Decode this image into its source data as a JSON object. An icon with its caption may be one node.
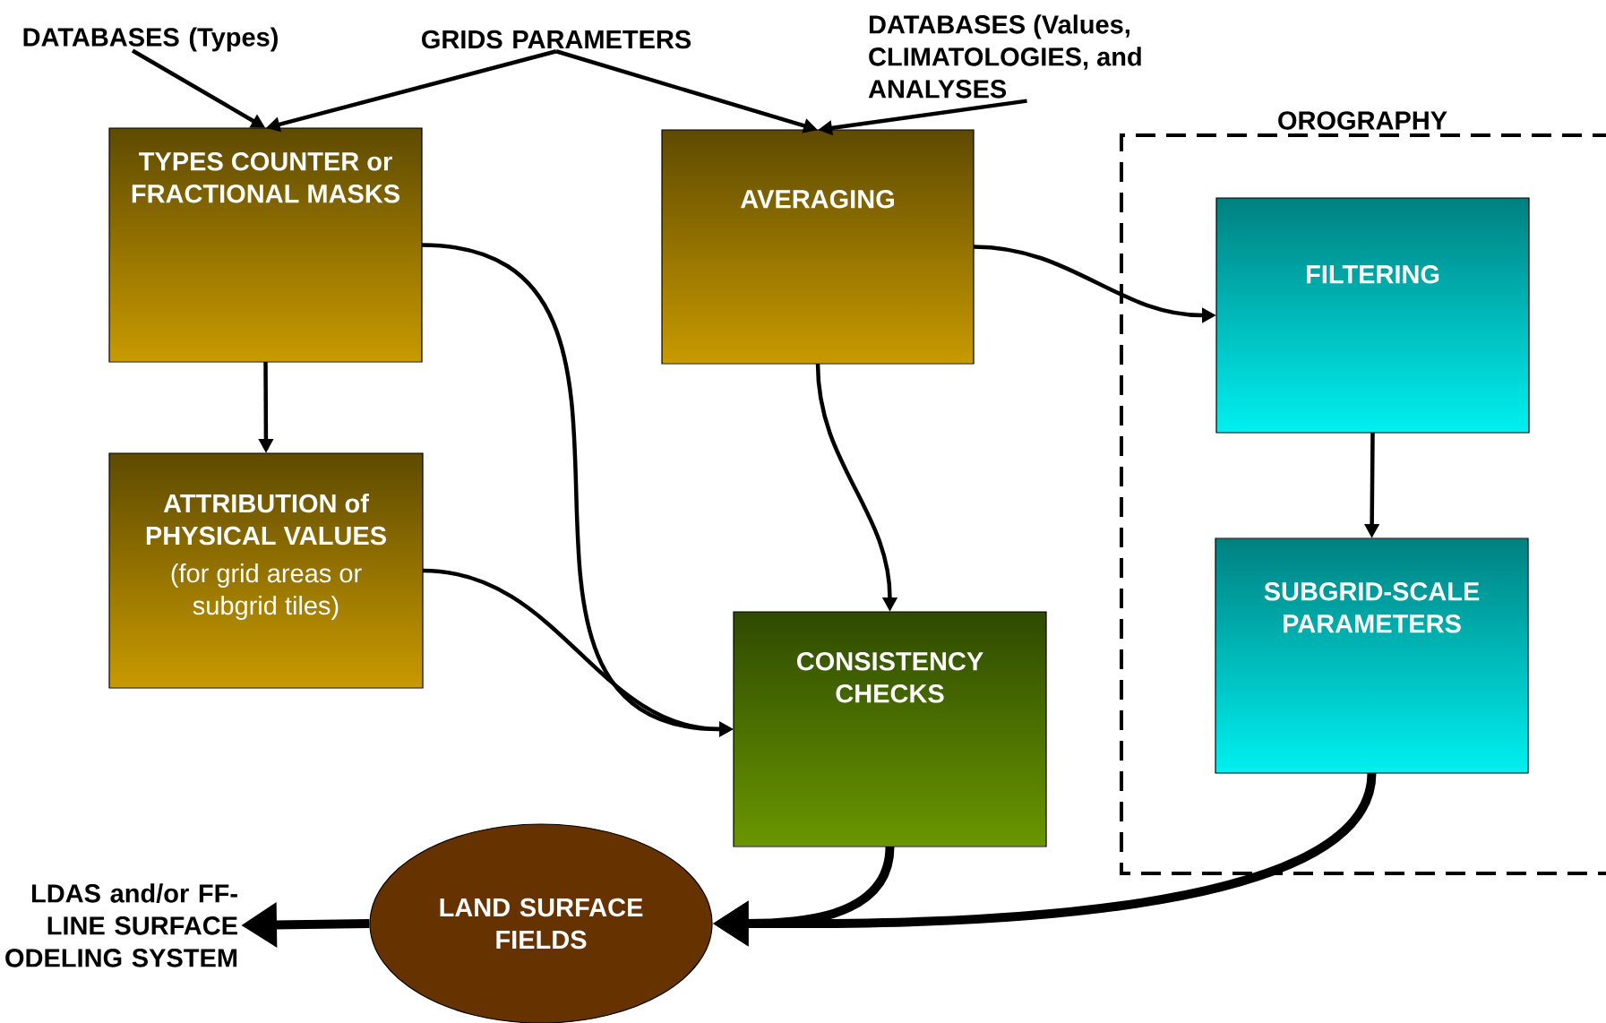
{
  "diagram": {
    "nodes": [
      {
        "text": [
          "DATABASES (Types)"
        ]
      },
      {
        "text": [
          "GRIDS PARAMETERS"
        ]
      },
      {
        "text": [
          "DATABASES (Values, CLIMATOLOGIES, and ANALYSES"
        ]
      },
      {
        "text": [
          "TYPES COUNTER or FRACTIONAL MASKS"
        ]
      },
      {
        "text": [
          "AVERAGING"
        ]
      },
      {
        "text": [
          "OROGRAPHY"
        ]
      },
      {
        "text": [
          "FILTERING"
        ],
        "in": 5
      },
      {
        "text": [
          "SUBGRID-SCALE PARAMETERS"
        ],
        "in": 5
      },
      {
        "text": [
          "ATTRIBUTION of PHYSICAL VALUES",
          "(for grid areas or subgrid tiles)"
        ]
      },
      {
        "text": [
          "CONSISTENCY CHECKS"
        ]
      },
      {
        "text": [
          "LAND SURFACE FIELDS"
        ]
      },
      {
        "text": [
          "LDAS and/or FF-LINE SURFACE ODELING SYSTEM"
        ]
      }
    ],
    "edges": [
      {
        "from": 0,
        "to": 3,
        "arrow": "to"
      },
      {
        "from": 1,
        "to": 3,
        "arrow": "to"
      },
      {
        "from": 1,
        "to": 4,
        "arrow": "to"
      },
      {
        "from": 2,
        "to": 4,
        "arrow": "to"
      },
      {
        "from": 3,
        "to": 8,
        "arrow": "to"
      },
      {
        "from": 3,
        "to": 9,
        "arrow": "to"
      },
      {
        "from": 8,
        "to": 9,
        "arrow": "to"
      },
      {
        "from": 4,
        "to": 9,
        "arrow": "to"
      },
      {
        "from": 4,
        "to": 6,
        "arrow": "to"
      },
      {
        "from": 6,
        "to": 7,
        "arrow": "to"
      },
      {
        "from": 9,
        "to": 10,
        "arrow": "to",
        "style": "thick"
      },
      {
        "from": 7,
        "to": 10,
        "arrow": "to",
        "style": "thick"
      },
      {
        "from": 10,
        "to": 11,
        "arrow": "to",
        "style": "thick"
      }
    ]
  }
}
